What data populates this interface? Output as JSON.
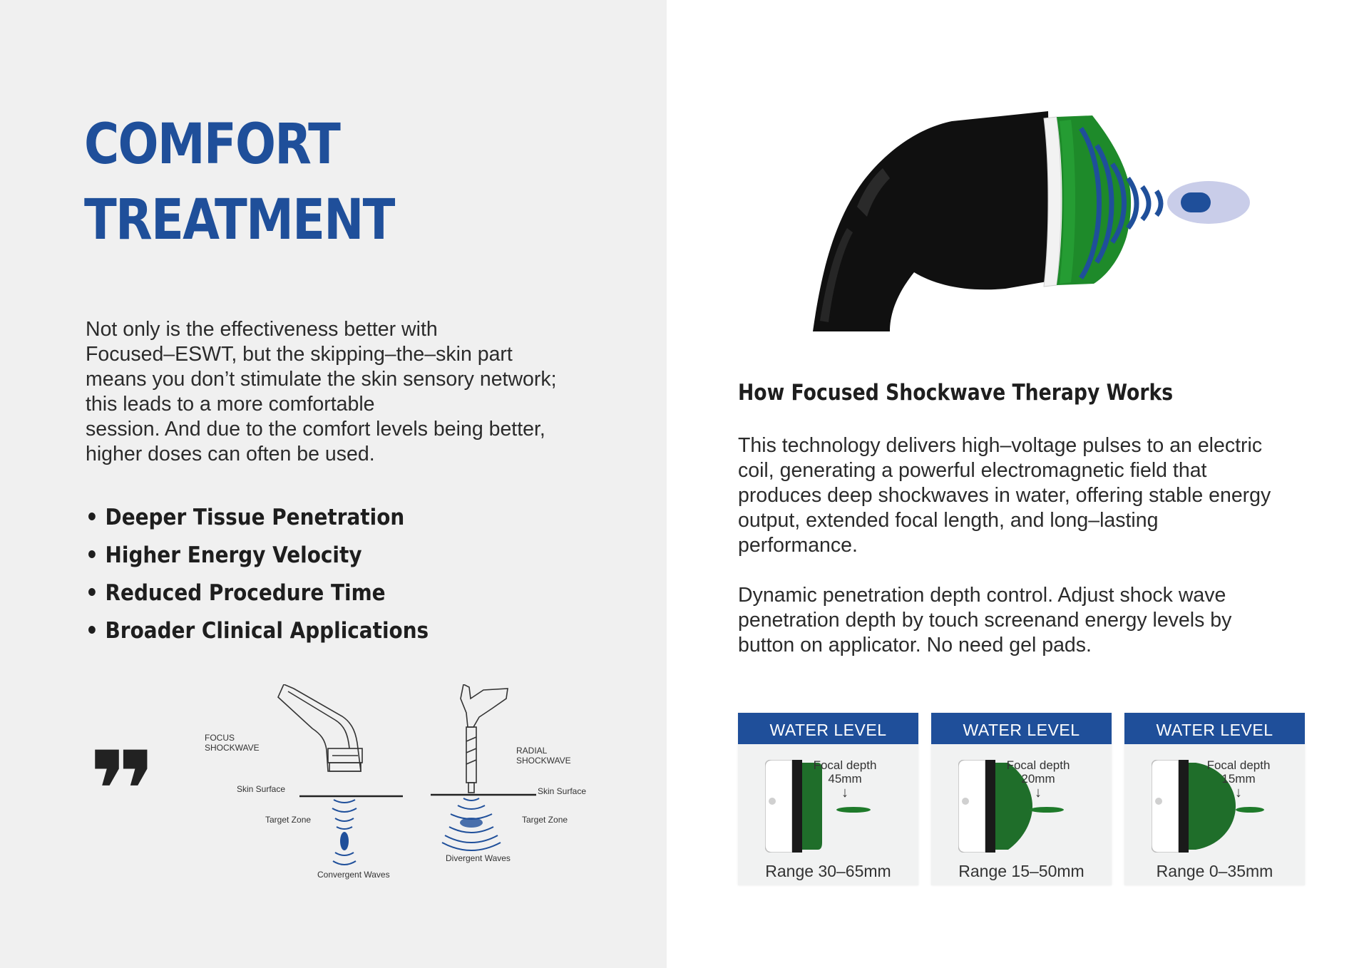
{
  "left": {
    "title_lines": [
      "COMFORT",
      "TREATMENT"
    ],
    "intro_lines": [
      "Not only is the effectiveness better with",
      "Focused–ESWT, but the skipping–the–skin part",
      "means you don’t stimulate the skin sensory network;",
      "this leads to a more comfortable",
      "session. And due to the comfort levels being better,",
      "higher doses can often be used."
    ],
    "benefits": [
      "• Deeper Tissue Penetration",
      "• Higher Energy Velocity",
      "• Reduced Procedure Time",
      "• Broader Clinical Applications"
    ],
    "quote_mark": "❞",
    "diagram": {
      "focus_label_1": "FOCUS",
      "focus_label_2": "SHOCKWAVE",
      "radial_label_1": "RADIAL",
      "radial_label_2": "SHOCKWAVE",
      "skin_surface_left": "Skin Surface",
      "skin_surface_right": "Skin Surface",
      "target_zone_left": "Target Zone",
      "target_zone_right": "Target Zone",
      "convergent": "Convergent Waves",
      "divergent": "Divergent Waves"
    }
  },
  "right": {
    "heading": "How Focused Shockwave Therapy Works",
    "para1_lines": [
      "This technology delivers high–voltage pulses to an electric",
      "coil, generating a powerful electromagnetic field that",
      "produces deep shockwaves in water, offering stable energy",
      "output, extended focal length, and long–lasting",
      "performance."
    ],
    "para2_lines": [
      "Dynamic penetration depth control. Adjust shock wave",
      "penetration depth by touch screenand energy levels by",
      "button on applicator. No need gel pads."
    ],
    "cards": [
      {
        "header": "WATER LEVEL",
        "focal_label": "Focal depth",
        "focal_value": "45mm",
        "arrow": "↓",
        "range": "Range 30–65mm"
      },
      {
        "header": "WATER LEVEL",
        "focal_label": "Focal depth",
        "focal_value": "20mm",
        "arrow": "↓",
        "range": "Range 15–50mm"
      },
      {
        "header": "WATER LEVEL",
        "focal_label": "Focal depth",
        "focal_value": "15mm",
        "arrow": "↓",
        "range": "Range 0–35mm"
      }
    ]
  },
  "colors": {
    "brand_blue": "#1f4f9a",
    "left_bg": "#f0f0f0",
    "water_green": "#1e7a2a",
    "text_dark": "#2b2b2b"
  },
  "icons": {
    "quote": "closing-quote-icon",
    "arrow": "down-arrow-icon"
  }
}
